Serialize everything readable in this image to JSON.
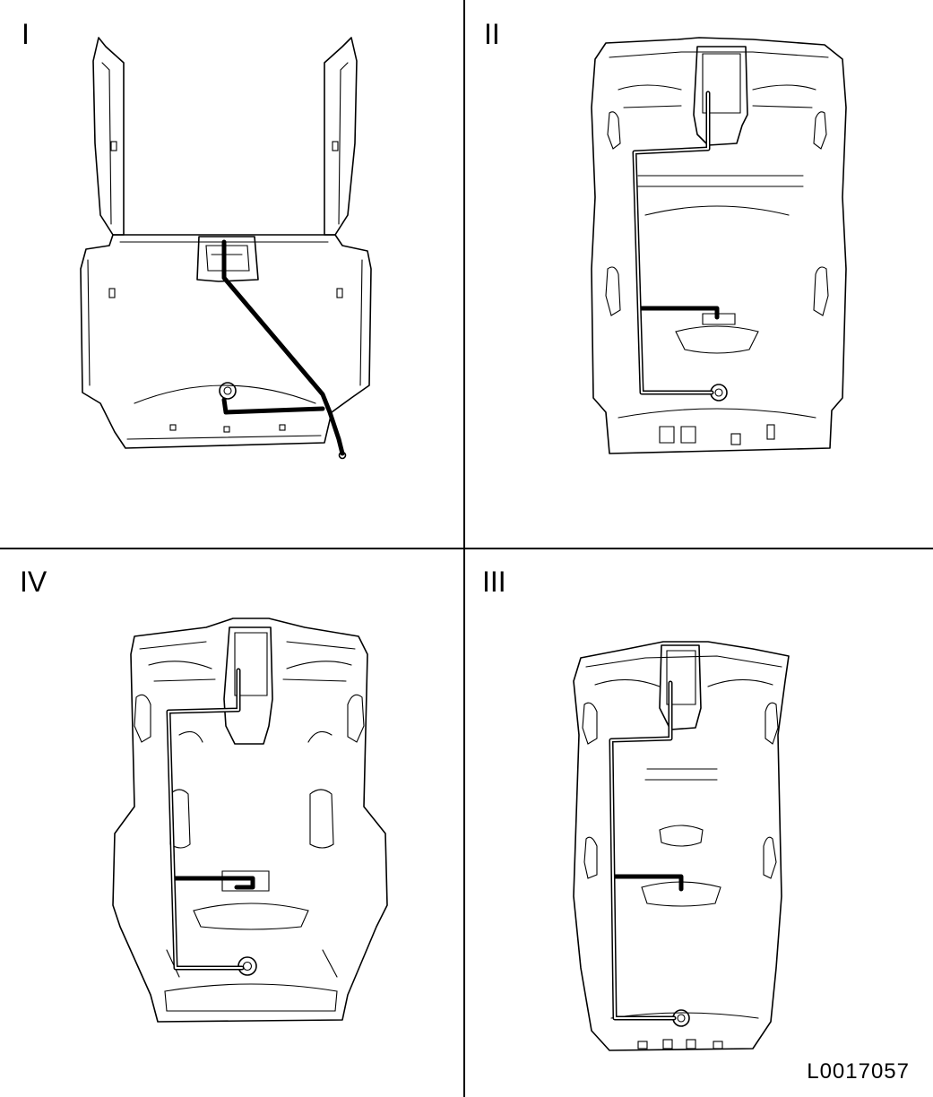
{
  "panels": [
    {
      "label": "I"
    },
    {
      "label": "II"
    },
    {
      "label": "IV"
    },
    {
      "label": "III"
    }
  ],
  "reference_code": "L0017057"
}
